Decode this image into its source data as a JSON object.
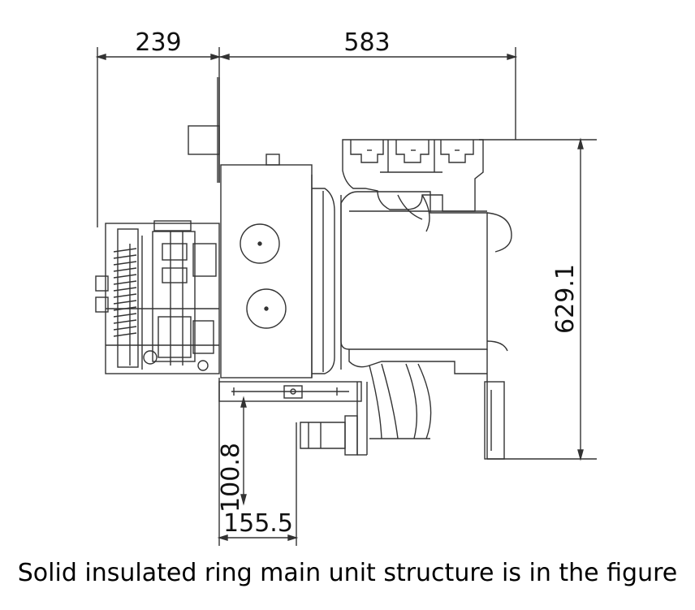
{
  "dimensions": {
    "left_width": "239",
    "main_width": "583",
    "height": "629.1",
    "bottom_height": "100.8",
    "bottom_offset": "155.5"
  },
  "caption": "Solid insulated ring main unit structure is in the figure"
}
